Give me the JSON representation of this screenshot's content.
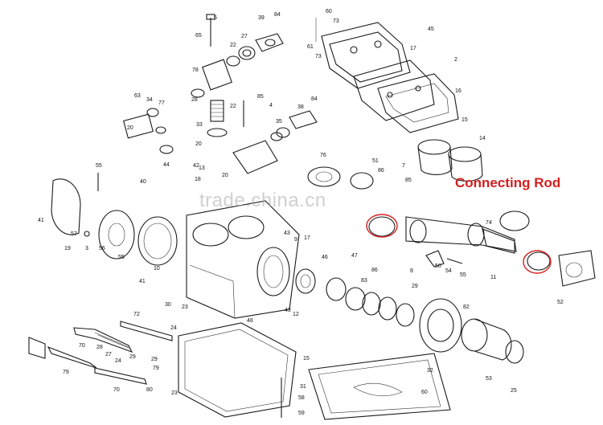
{
  "watermark": "trade.china.cn",
  "annotation": {
    "text": "Connecting Rod",
    "color": "#d42020"
  },
  "highlight_color": "#d42020",
  "part_numbers": [
    "65",
    "5",
    "22",
    "27",
    "39",
    "84",
    "60",
    "73",
    "61",
    "73",
    "45",
    "17",
    "2",
    "16",
    "78",
    "28",
    "63",
    "34",
    "77",
    "33",
    "20",
    "85",
    "4",
    "22",
    "35",
    "38",
    "84",
    "20",
    "15",
    "14",
    "13",
    "20",
    "76",
    "51",
    "86",
    "7",
    "85",
    "55",
    "42",
    "44",
    "40",
    "41",
    "57",
    "19",
    "3",
    "56",
    "55",
    "10",
    "18",
    "41",
    "43",
    "9",
    "17",
    "43",
    "46",
    "47",
    "50",
    "54",
    "55",
    "11",
    "74",
    "52",
    "86",
    "83",
    "8",
    "29",
    "72",
    "30",
    "23",
    "48",
    "82",
    "24",
    "12",
    "79",
    "28",
    "27",
    "24",
    "29",
    "29",
    "79",
    "80",
    "23",
    "70",
    "31",
    "58",
    "59",
    "32",
    "25",
    "53",
    "60",
    "70",
    "15"
  ]
}
